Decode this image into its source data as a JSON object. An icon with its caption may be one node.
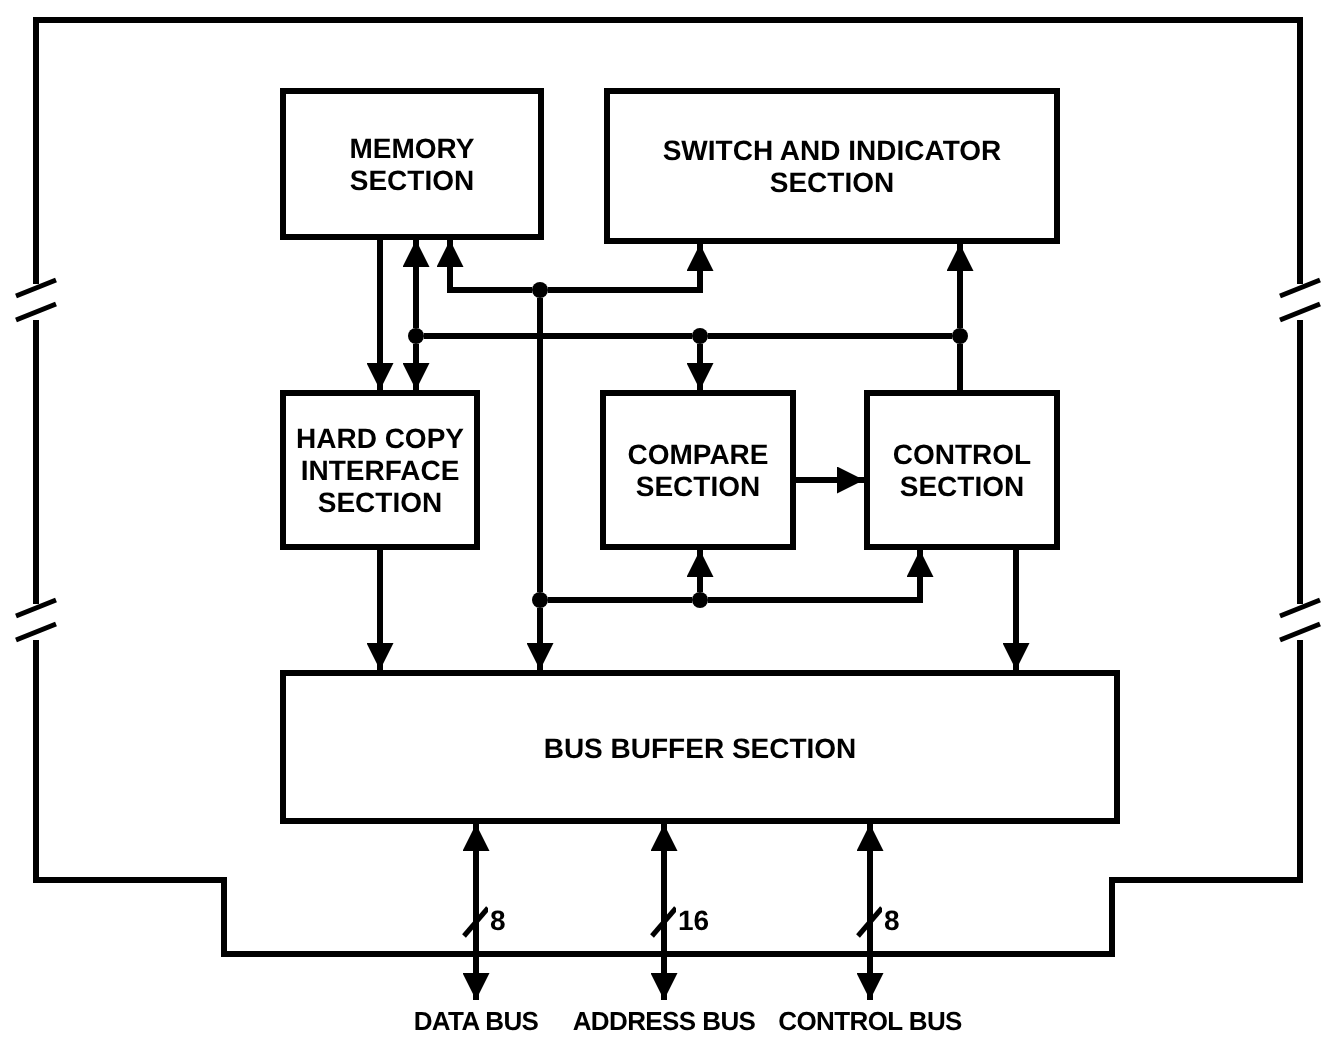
{
  "diagram": {
    "nodes": [
      {
        "text": [
          "MEMORY SECTION"
        ]
      },
      {
        "text": [
          "SWITCH AND INDICATOR SECTION"
        ]
      },
      {
        "text": [
          "HARD COPY INTERFACE SECTION"
        ]
      },
      {
        "text": [
          "COMPARE SECTION"
        ]
      },
      {
        "text": [
          "CONTROL SECTION"
        ]
      },
      {
        "text": [
          "BUS BUFFER SECTION"
        ]
      },
      {
        "text": [
          "DATA BUS"
        ]
      },
      {
        "text": [
          "ADDRESS BUS"
        ]
      },
      {
        "text": [
          "CONTROL BUS"
        ]
      },
      {
        "text": [],
        "shape": "circle"
      },
      {
        "text": [],
        "shape": "circle"
      },
      {
        "text": [],
        "shape": "circle"
      },
      {
        "text": [],
        "shape": "circle"
      },
      {
        "text": [],
        "shape": "circle"
      },
      {
        "text": [],
        "shape": "circle"
      }
    ],
    "edges": [
      {
        "from": 0,
        "to": 2,
        "arrow": "to"
      },
      {
        "from": 10,
        "to": 0,
        "arrow": "to"
      },
      {
        "from": 10,
        "to": 2,
        "arrow": "to"
      },
      {
        "from": 11,
        "to": 10,
        "arrow": "none"
      },
      {
        "from": 11,
        "to": 3,
        "arrow": "to"
      },
      {
        "from": 12,
        "to": 11,
        "arrow": "none"
      },
      {
        "from": 12,
        "to": 1,
        "arrow": "to"
      },
      {
        "from": 4,
        "to": 12,
        "arrow": "none"
      },
      {
        "from": 9,
        "to": 0,
        "arrow": "to"
      },
      {
        "from": 9,
        "to": 1,
        "arrow": "to"
      },
      {
        "from": 9,
        "to": 13,
        "arrow": "none"
      },
      {
        "from": 13,
        "to": 14,
        "arrow": "none"
      },
      {
        "from": 13,
        "to": 5,
        "arrow": "to"
      },
      {
        "from": 14,
        "to": 3,
        "arrow": "to"
      },
      {
        "from": 14,
        "to": 4,
        "arrow": "to"
      },
      {
        "from": 2,
        "to": 5,
        "arrow": "to"
      },
      {
        "from": 3,
        "to": 4,
        "arrow": "to"
      },
      {
        "from": 4,
        "to": 5,
        "arrow": "to"
      },
      {
        "from": 5,
        "to": 6,
        "arrow": "both",
        "label": "8"
      },
      {
        "from": 5,
        "to": 7,
        "arrow": "both",
        "label": "16"
      },
      {
        "from": 5,
        "to": 8,
        "arrow": "both",
        "label": "8"
      }
    ]
  }
}
